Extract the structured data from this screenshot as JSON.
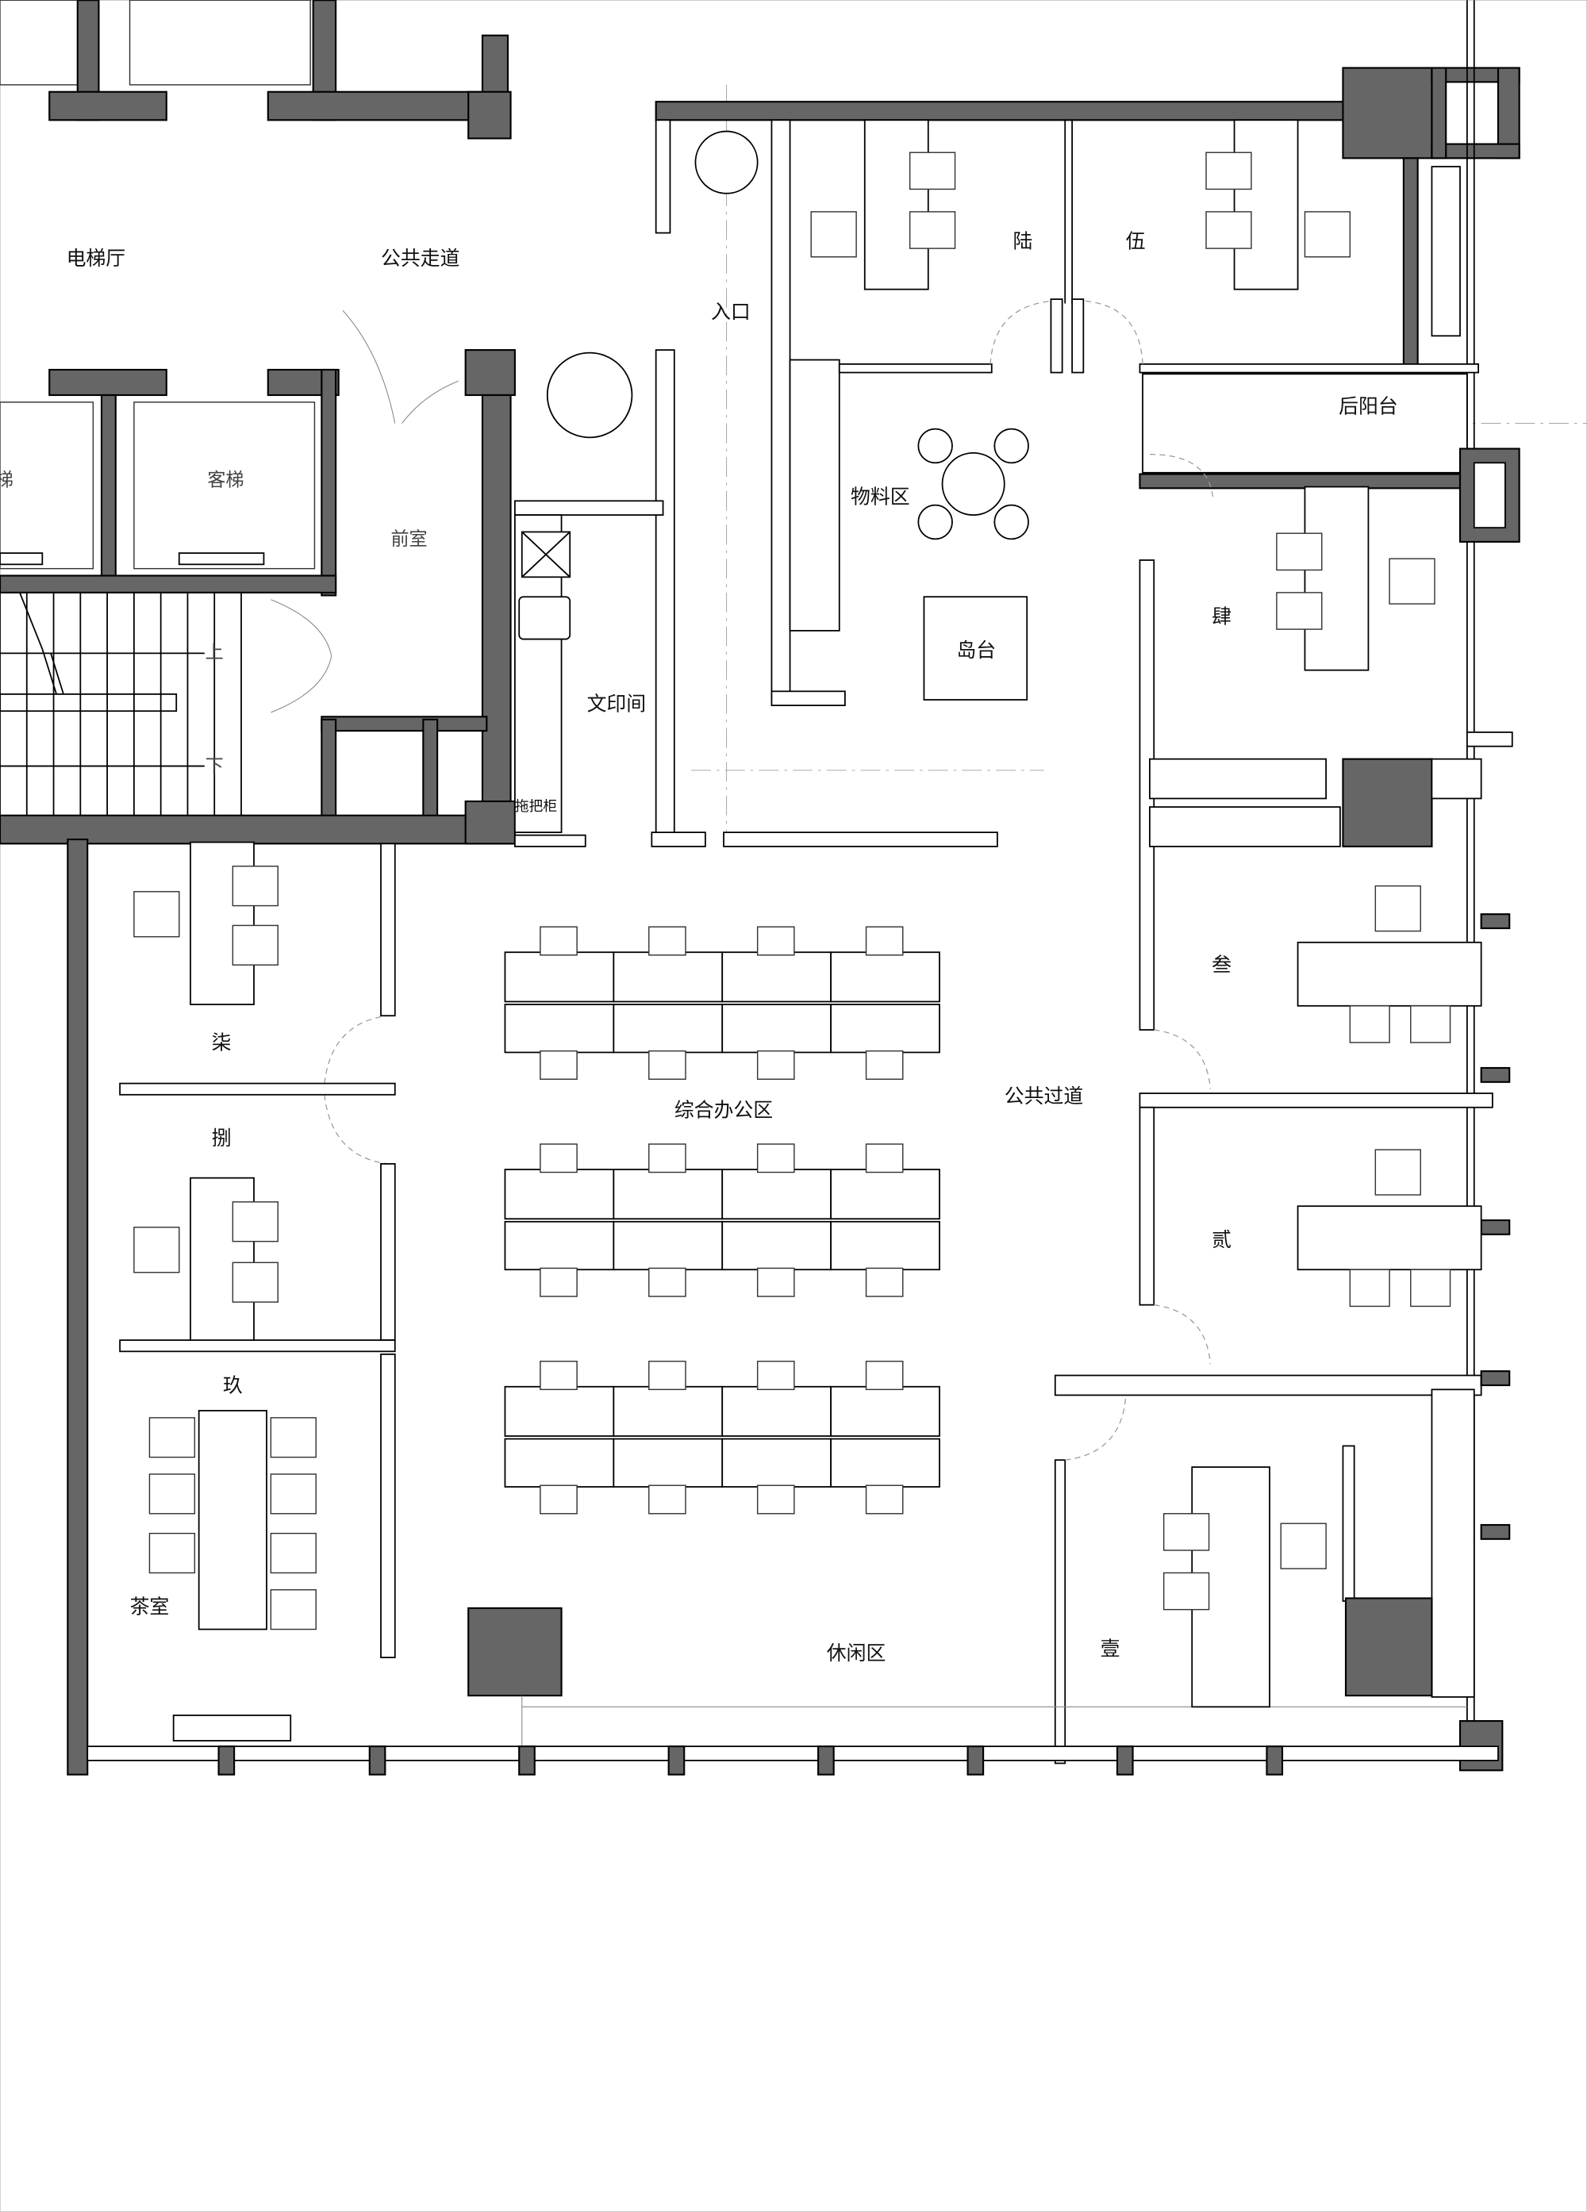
{
  "plan": {
    "labels": {
      "elevator_hall": "电梯厅",
      "public_corridor": "公共走道",
      "entrance": "入口",
      "room_6": "陆",
      "room_5": "伍",
      "rear_balcony": "后阳台",
      "materials_area": "物料区",
      "island": "岛台",
      "service_elevator_partial": "梯",
      "passenger_elevator": "客梯",
      "anteroom": "前室",
      "stair_up": "上",
      "stair_down": "下",
      "print_room": "文印间",
      "mop_cabinet": "拖把柜",
      "room_4": "肆",
      "room_7": "柒",
      "room_3": "叁",
      "public_aisle": "公共过道",
      "room_8": "捌",
      "open_office": "综合办公区",
      "room_2": "贰",
      "room_9": "玖",
      "tea_room": "茶室",
      "lounge": "休闲区",
      "room_1": "壹"
    },
    "colors": {
      "wall": "#666666",
      "line": "#000000"
    }
  }
}
